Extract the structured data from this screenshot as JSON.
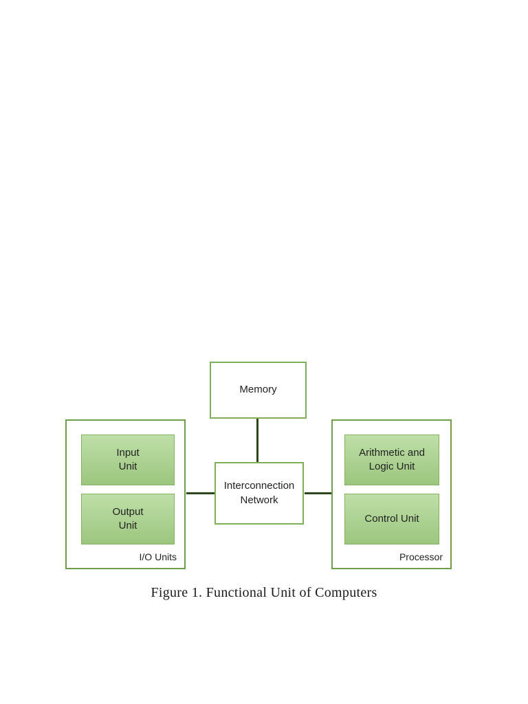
{
  "colors": {
    "page_bg": "#ffffff",
    "container_border": "#6f9e48",
    "unit_border": "#86b061",
    "white_box_border": "#7fae58",
    "unit_fill_top": "#bedfa8",
    "unit_fill_bottom": "#9cc67e",
    "connector": "#2c481b",
    "text": "#212121"
  },
  "diagram": {
    "memory": {
      "label": "Memory"
    },
    "network": {
      "label": "Interconnection\nNetwork"
    },
    "io_group": {
      "label": "I/O Units",
      "units": [
        {
          "label": "Input\nUnit"
        },
        {
          "label": "Output\nUnit"
        }
      ]
    },
    "processor_group": {
      "label": "Processor",
      "units": [
        {
          "label": "Arithmetic and\nLogic Unit"
        },
        {
          "label": "Control Unit"
        }
      ]
    }
  },
  "caption": "Figure 1. Functional Unit of Computers"
}
